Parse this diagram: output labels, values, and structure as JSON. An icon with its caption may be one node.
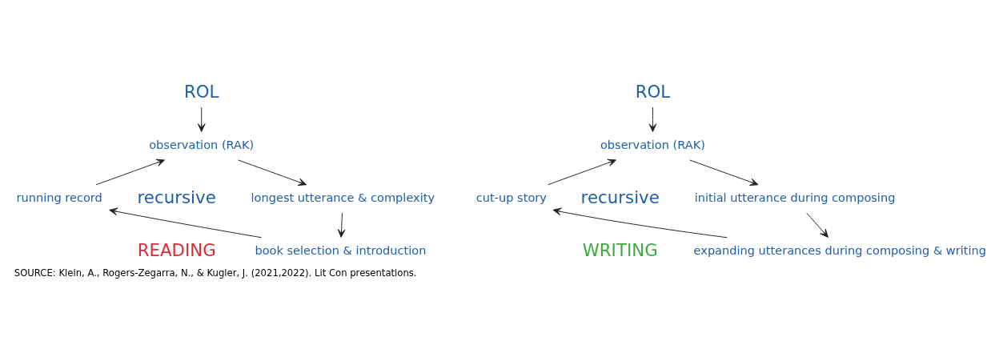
{
  "diagram": {
    "caption": "SOURCE: Klein, A., Rogers-Zegarra, N., & Kugler, J. (2021,2022). Lit Con presentations.",
    "nodes": [
      {
        "text": [
          "ROL"
        ]
      },
      {
        "text": [
          "observation (RAK)"
        ]
      },
      {
        "text": [
          "longest utterance & complexity"
        ]
      },
      {
        "text": [
          "book selection & introduction"
        ]
      },
      {
        "text": [
          "running record"
        ]
      },
      {
        "text": [
          "ROL"
        ]
      },
      {
        "text": [
          "observation (RAK)"
        ]
      },
      {
        "text": [
          "initial utterance during composing"
        ]
      },
      {
        "text": [
          "expanding utterances during composing & writing"
        ]
      },
      {
        "text": [
          "cut-up story"
        ]
      }
    ],
    "edges": [
      {
        "from": 0,
        "to": 1,
        "arrow": "to"
      },
      {
        "from": 1,
        "to": 2,
        "arrow": "to"
      },
      {
        "from": 2,
        "to": 3,
        "arrow": "to"
      },
      {
        "from": 3,
        "to": 4,
        "arrow": "to"
      },
      {
        "from": 4,
        "to": 1,
        "arrow": "to"
      },
      {
        "from": 5,
        "to": 6,
        "arrow": "to"
      },
      {
        "from": 6,
        "to": 7,
        "arrow": "to"
      },
      {
        "from": 7,
        "to": 8,
        "arrow": "to"
      },
      {
        "from": 8,
        "to": 9,
        "arrow": "to"
      },
      {
        "from": 9,
        "to": 6,
        "arrow": "to"
      }
    ],
    "labels": [
      "recursive",
      "READING",
      "recursive",
      "WRITING"
    ]
  }
}
